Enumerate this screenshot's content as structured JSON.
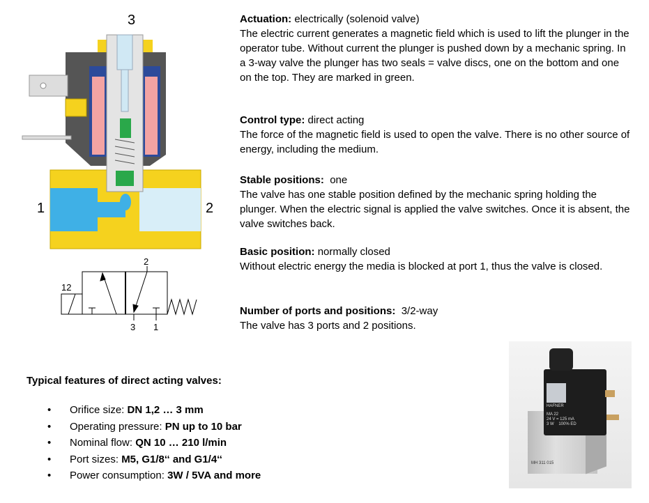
{
  "diagram": {
    "port_labels": {
      "top": "3",
      "left": "1",
      "right": "2"
    },
    "symbol_labels": {
      "coil": "12",
      "top": "2",
      "bottom_left": "3",
      "bottom_right": "1"
    }
  },
  "sections": [
    {
      "label": "Actuation:",
      "value": "electrically (solenoid valve)",
      "body": "The electric current generates a magnetic field which is used to lift the plunger in the operator tube. Without current the plunger is pushed down by a mechanic spring. In a 3-way valve the plunger has two seals = valve discs, one on the bottom and one on the top. They are marked in green."
    },
    {
      "label": "Control type:",
      "value": "direct acting",
      "body": "The force of the magnetic field is used to open the valve. There is no other source of energy, including the medium."
    },
    {
      "label": "Stable positions:",
      "value": "one",
      "body": "The valve has one stable position defined by the mechanic spring holding the plunger. When the electric signal is applied the valve switches. Once it is absent, the valve switches back."
    },
    {
      "label": "Basic position:",
      "value": "normally closed",
      "body": "Without electric energy the media is blocked at port 1, thus the valve is closed."
    },
    {
      "label": "Number of ports and positions:",
      "value": "3/2-way",
      "body": "The valve has 3 ports and 2 positions."
    }
  ],
  "features": {
    "heading": "Typical features of direct acting valves:",
    "items": [
      {
        "label": "Orifice size: ",
        "value": "DN 1,2 … 3 mm"
      },
      {
        "label": "Operating pressure: ",
        "value": "PN up to 10 bar"
      },
      {
        "label": "Nominal flow: ",
        "value": "QN 10 … 210 l/min"
      },
      {
        "label": "Port sizes: ",
        "value": "M5, G1/8‘‘ and G1/4‘‘"
      },
      {
        "label": "Power consumption: ",
        "value": "3W / 5VA and more"
      }
    ]
  },
  "photo": {
    "brand": "HAFNER",
    "model": "MA 22",
    "rating1": "24 V = 125 mA",
    "rating2": "3 W    100% ED",
    "part_number": "MH 311 015"
  }
}
